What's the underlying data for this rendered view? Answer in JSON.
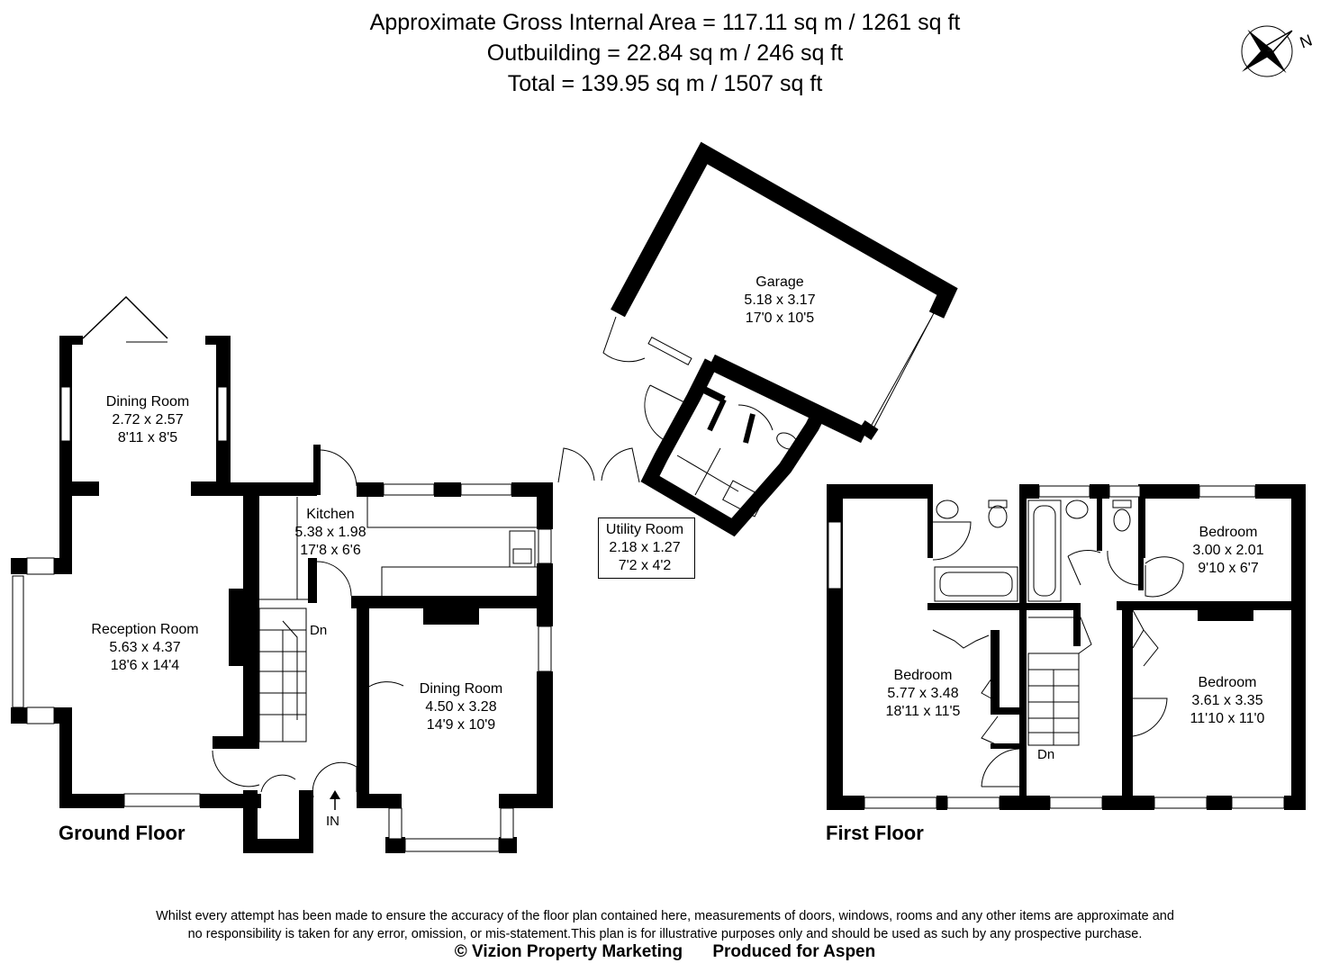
{
  "header": {
    "gross_area": "Approximate Gross Internal Area = 117.11 sq m / 1261 sq ft",
    "outbuilding": "Outbuilding = 22.84 sq m / 246 sq ft",
    "total": "Total = 139.95 sq m / 1507 sq ft"
  },
  "compass": {
    "north_letter": "N"
  },
  "floors": {
    "ground": "Ground Floor",
    "first": "First Floor"
  },
  "rooms": {
    "garage": {
      "name": "Garage",
      "metric": "5.18 x 3.17",
      "imperial": "17'0 x 10'5"
    },
    "dining_small": {
      "name": "Dining Room",
      "metric": "2.72 x 2.57",
      "imperial": "8'11 x 8'5"
    },
    "kitchen": {
      "name": "Kitchen",
      "metric": "5.38 x 1.98",
      "imperial": "17'8 x 6'6"
    },
    "utility": {
      "name": "Utility Room",
      "metric": "2.18 x 1.27",
      "imperial": "7'2 x 4'2"
    },
    "reception": {
      "name": "Reception Room",
      "metric": "5.63 x 4.37",
      "imperial": "18'6 x 14'4"
    },
    "dining_large": {
      "name": "Dining Room",
      "metric": "4.50 x 3.28",
      "imperial": "14'9 x 10'9"
    },
    "bedroom_small": {
      "name": "Bedroom",
      "metric": "3.00 x 2.01",
      "imperial": "9'10 x 6'7"
    },
    "bedroom_left": {
      "name": "Bedroom",
      "metric": "5.77 x 3.48",
      "imperial": "18'11 x 11'5"
    },
    "bedroom_right": {
      "name": "Bedroom",
      "metric": "3.61 x 3.35",
      "imperial": "11'10 x 11'0"
    }
  },
  "markers": {
    "dn_ground": "Dn",
    "dn_first": "Dn",
    "entrance": "IN"
  },
  "disclaimer": {
    "line1": "Whilst every attempt has been made to ensure the accuracy of the floor plan contained here, measurements of doors, windows, rooms and any other items are approximate and",
    "line2": "no responsibility is taken for any error, omission, or mis-statement.This plan is for illustrative purposes only and should be used as such by any prospective purchase."
  },
  "credits": {
    "company": "© Vizion Property Marketing",
    "produced_for": "Produced for Aspen"
  }
}
